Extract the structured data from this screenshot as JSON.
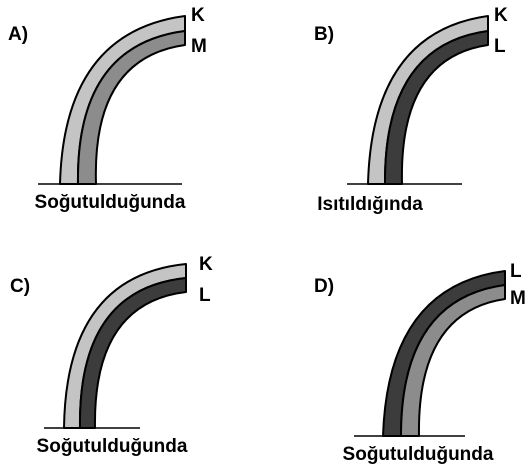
{
  "colors": {
    "K": "#c4c4c4",
    "M": "#8c8c8c",
    "L": "#3c3c3c",
    "outline": "#000000"
  },
  "options": [
    {
      "letter": "A)",
      "outer": "K",
      "inner": "M",
      "caption": "Soğutulduğunda"
    },
    {
      "letter": "B)",
      "outer": "K",
      "inner": "L",
      "caption": "Isıtıldığında"
    },
    {
      "letter": "C)",
      "outer": "K",
      "inner": "L",
      "caption": "Soğutulduğunda"
    },
    {
      "letter": "D)",
      "outer": "L",
      "inner": "M",
      "caption": "Soğutulduğunda"
    }
  ]
}
